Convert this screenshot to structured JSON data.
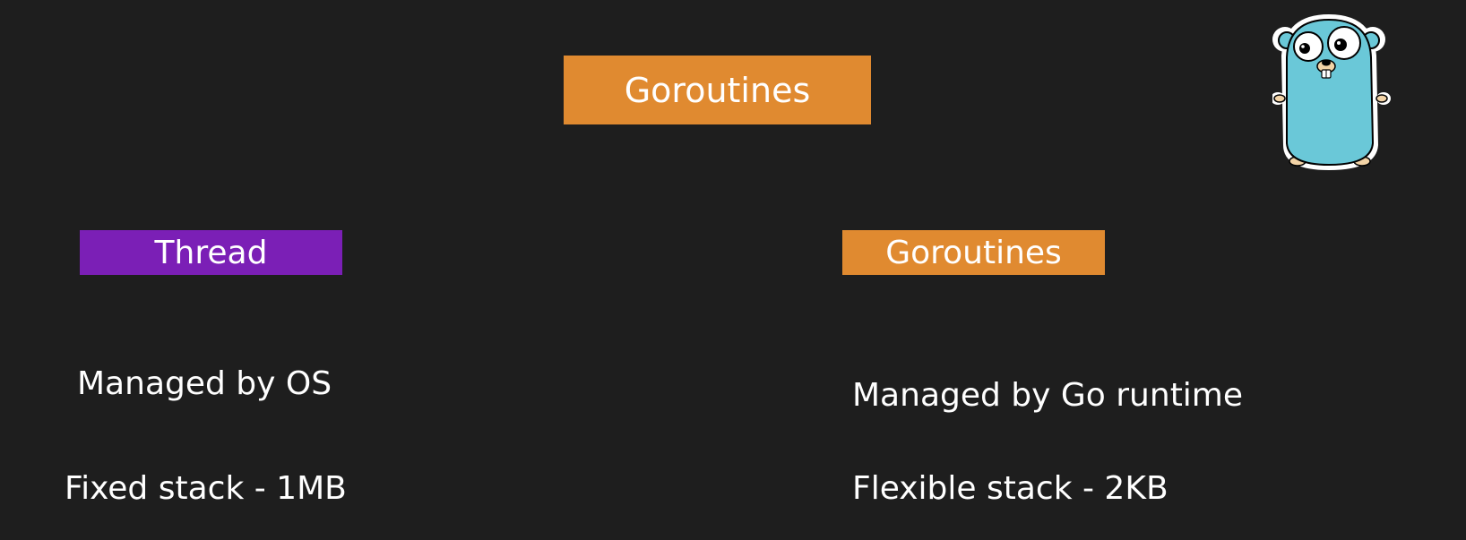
{
  "title": "Goroutines",
  "colors": {
    "background": "#1e1e1e",
    "orange": "#e08a30",
    "purple": "#7b1fb6",
    "text": "#ffffff",
    "gopher_blue": "#6ac8d8"
  },
  "left_column": {
    "heading": "Thread",
    "facts": [
      "Managed by OS",
      "Fixed stack - 1MB"
    ]
  },
  "right_column": {
    "heading": "Goroutines",
    "facts": [
      "Managed by Go runtime",
      "Flexible stack - 2KB"
    ]
  },
  "mascot_icon": "go-gopher-icon"
}
